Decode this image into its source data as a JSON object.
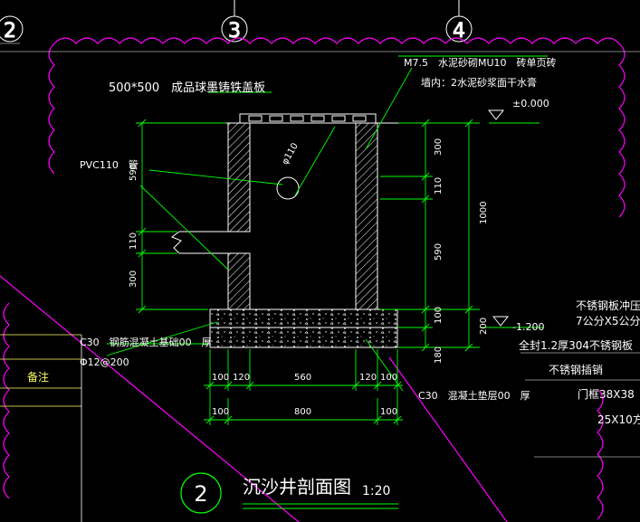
{
  "grid_labels": {
    "g2": "2",
    "g3": "3",
    "g4": "4"
  },
  "labels": {
    "cover": "500*500　成品球墨铸铁盖板",
    "wall_spec_1": "M7.5　水泥砂砌MU10　砖单页砖",
    "wall_spec_2": "墙内：2水泥砂浆面干水膏",
    "ground_level": "±0.000",
    "pipe": "PVC110　管",
    "diameter": "φ110",
    "base_slab_1": "C30　钢筋混凝土基础00　厚",
    "base_slab_2": "Φ12@200",
    "cushion": "C30　混凝土垫层00　厚",
    "bottom_level": "-1.200",
    "remark": "备注",
    "title": "沉沙井剖面图",
    "scale": "1:20",
    "circle_num": "2"
  },
  "dims": {
    "left_590": "590",
    "left_110": "110",
    "left_300": "300",
    "r_300": "300",
    "r_110": "110",
    "r_590": "590",
    "r_100": "100",
    "r_1000": "1000",
    "r_200": "200",
    "r_180": "180",
    "b1_a": "100",
    "b1_b": "120",
    "b1_c": "560",
    "b1_d": "120",
    "b1_e": "100",
    "b2_a": "100",
    "b2_b": "800",
    "b2_c": "100"
  },
  "right_notes": {
    "n1": "不锈钢板冲压门",
    "n2": "7公分X5公分",
    "n3": "全封1.2厚304不锈钢板",
    "n4": "不锈钢插销",
    "n5": "门框38X38",
    "n6": "25X10方"
  },
  "colors": {
    "background": "#000000",
    "grid_line": "#ff00ff",
    "hatch_wall": "#ffffff",
    "dim_line": "#00ff00",
    "text": "#ffffff",
    "yellow_text": "#ffff66"
  }
}
